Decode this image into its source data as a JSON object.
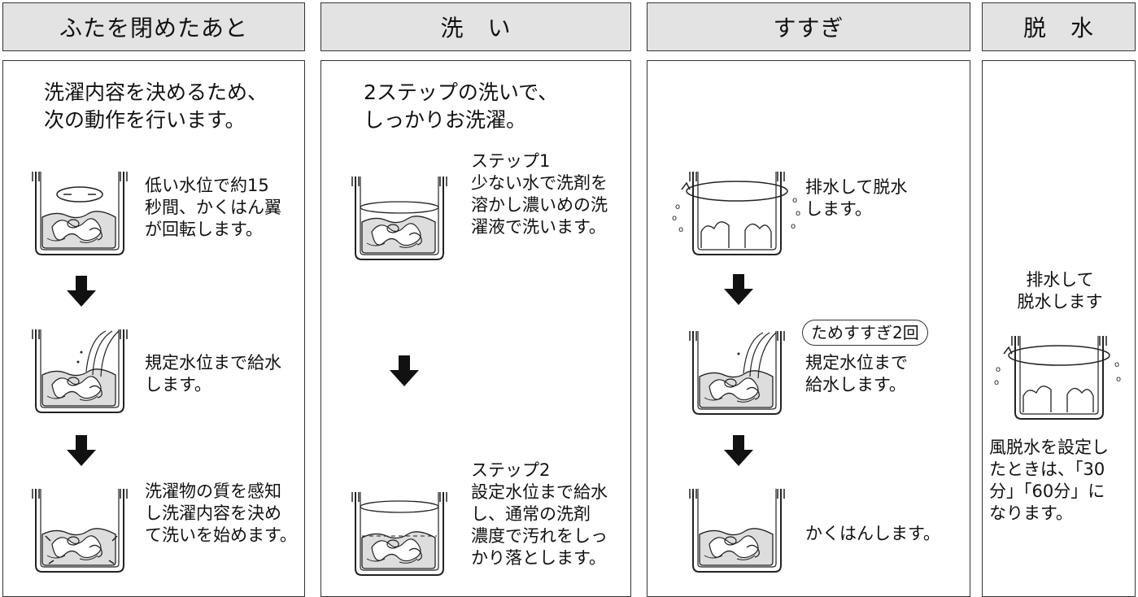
{
  "headers": {
    "col1": "ふたを閉めたあと",
    "col2": "洗　い",
    "col3": "すすぎ",
    "col4": "脱　水"
  },
  "col1": {
    "lead": "洗濯内容を決めるため、\n次の動作を行います。",
    "step1": "低い水位で約15\n秒間、かくはん翼\nが回転します。",
    "step2": "規定水位まで給水\nします。",
    "step3": "洗濯物の質を感知\nし洗濯内容を決め\nて洗いを始めます。"
  },
  "col2": {
    "lead": "2ステップの洗いで、\nしっかりお洗濯。",
    "step1": "ステップ1\n少ない水で洗剤を\n溶かし濃いめの洗\n濯液で洗います。",
    "step2": "ステップ2\n設定水位まで給水\nし、通常の洗剤\n濃度で汚れをしっ\nかり落とします。"
  },
  "col3": {
    "step1": "排水して脱水\nします。",
    "badge": "ためすすぎ2回",
    "step2": "規定水位まで\n給水します。",
    "step3": "かくはんします。"
  },
  "col4": {
    "top": "排水して\n脱水します",
    "note": "風脱水を設定し\nたときは、「30\n分」「60分」に\nなります。"
  },
  "icons": [
    "washtub-icon",
    "down-arrow-icon",
    "water-pour-icon",
    "spin-icon"
  ]
}
